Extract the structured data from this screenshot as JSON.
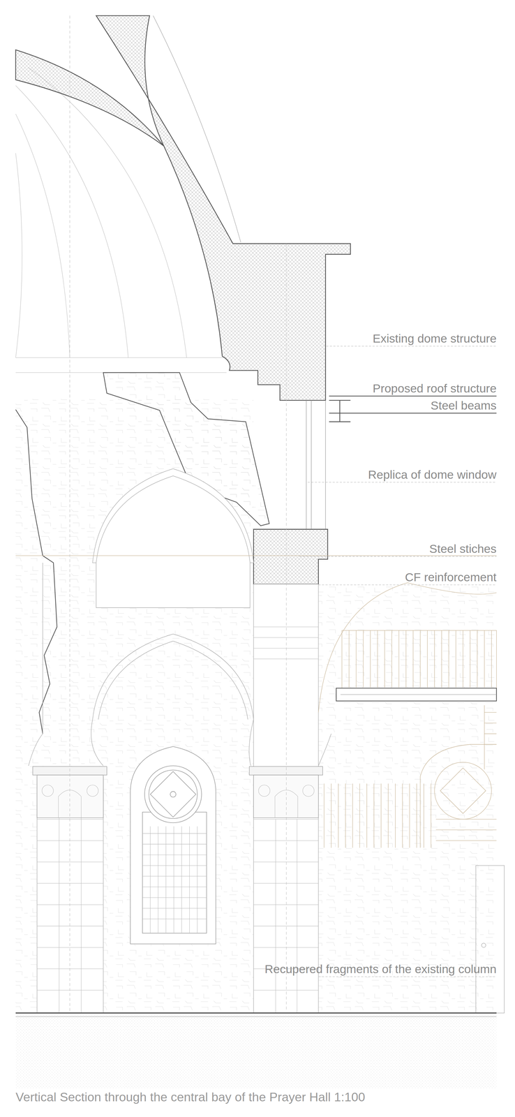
{
  "diagram": {
    "caption": "Vertical Section through the central bay of the Prayer Hall 1:100",
    "labels": [
      "Existing dome structure",
      "Proposed roof structure",
      "Steel beams",
      "Replica of dome window",
      "Steel stiches",
      "CF reinforcement",
      "Recupered fragments of the existing column"
    ]
  }
}
